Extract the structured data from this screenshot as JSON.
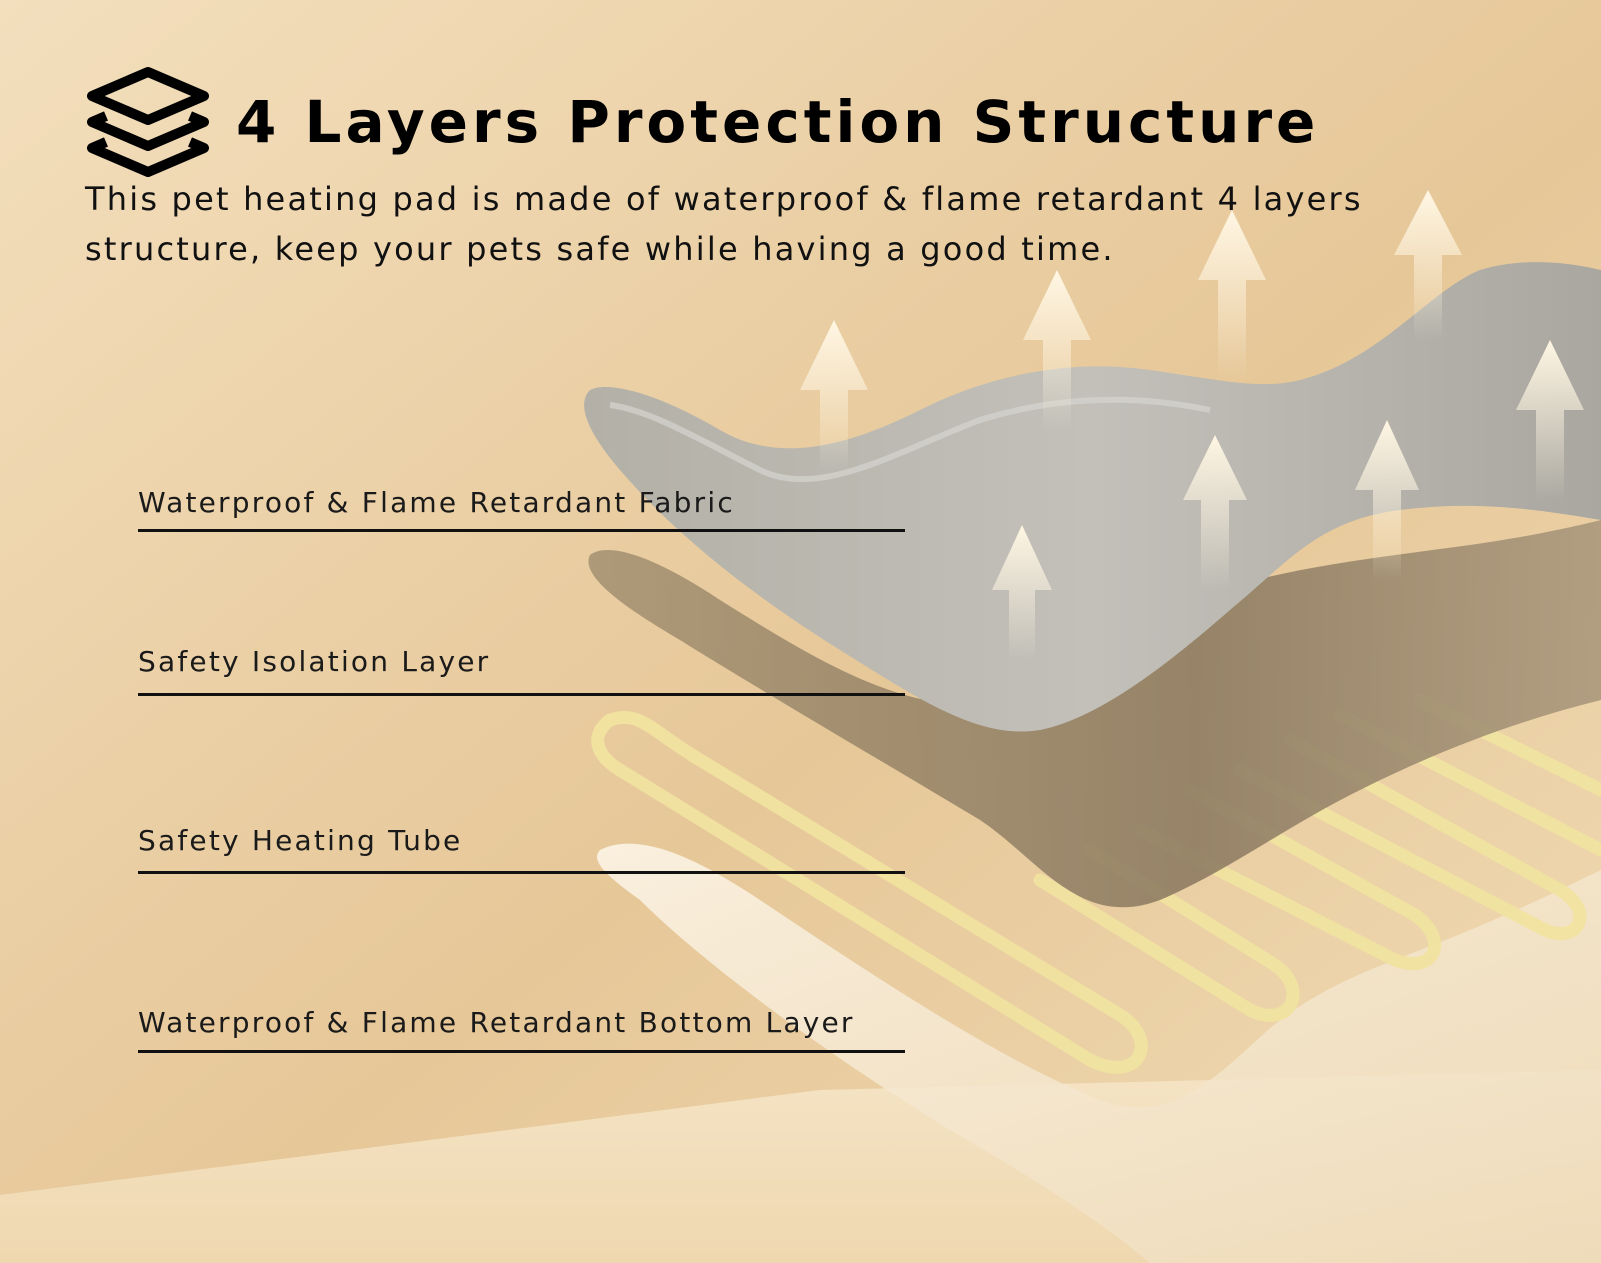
{
  "header": {
    "icon": "layers-icon",
    "title": "4 Layers Protection Structure",
    "subtitle": "This pet heating pad is made of waterproof & flame retardant 4 layers structure, keep your pets safe while having a good time."
  },
  "layers": [
    {
      "label": "Waterproof & Flame Retardant Fabric"
    },
    {
      "label": "Safety Isolation Layer"
    },
    {
      "label": "Safety Heating Tube"
    },
    {
      "label": "Waterproof & Flame Retardant Bottom Layer"
    }
  ],
  "colors": {
    "background": "#e9cfa6",
    "fabric_layer": "#b9b6ae",
    "isolation_layer": "#9b8a70",
    "heating_tube": "#f1e3a0",
    "bottom_layer": "#f6ead2",
    "heat_arrows": "#fff4dc",
    "text": "#000000"
  }
}
